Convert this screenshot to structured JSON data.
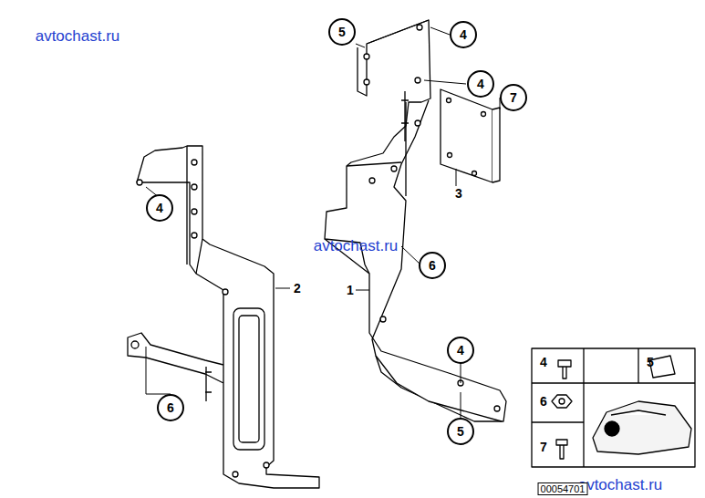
{
  "diagram": {
    "nodes": [
      {
        "text": [
          "5"
        ]
      },
      {
        "text": [
          "4"
        ]
      },
      {
        "text": [
          "4"
        ]
      },
      {
        "text": [
          "7"
        ]
      },
      {
        "text": [
          "4"
        ]
      },
      {
        "text": [
          "6"
        ]
      },
      {
        "text": [
          "4"
        ]
      },
      {
        "text": [
          "6"
        ]
      },
      {
        "text": [
          "5"
        ]
      }
    ],
    "labels": [
      "avtochast.ru",
      "avtochast.ru",
      "avtochast.ru",
      "1",
      "2",
      "3",
      "4",
      "5",
      "6",
      "7",
      "00054701"
    ]
  }
}
